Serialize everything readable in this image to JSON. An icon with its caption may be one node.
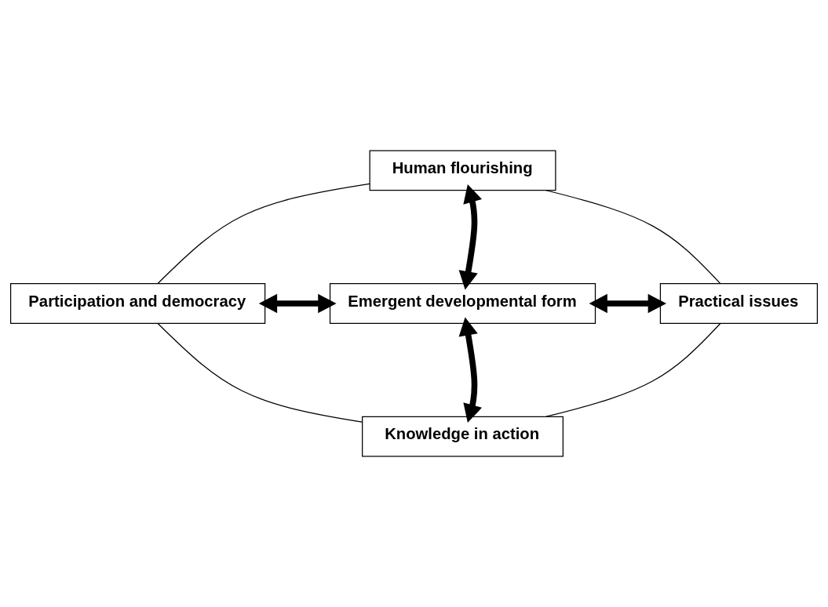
{
  "diagram": {
    "nodes": [
      {
        "text": [
          "Human flourishing"
        ]
      },
      {
        "text": [
          "Participation and democracy"
        ]
      },
      {
        "text": [
          "Emergent developmental form"
        ]
      },
      {
        "text": [
          "Practical issues"
        ]
      },
      {
        "text": [
          "Knowledge in action"
        ]
      }
    ],
    "edges": [
      {
        "from": 0,
        "to": 2,
        "arrow": "both",
        "style": "thick"
      },
      {
        "from": 1,
        "to": 2,
        "arrow": "both",
        "style": "thick"
      },
      {
        "from": 2,
        "to": 3,
        "arrow": "both",
        "style": "thick"
      },
      {
        "from": 2,
        "to": 4,
        "arrow": "both",
        "style": "thick"
      },
      {
        "from": 0,
        "to": 3,
        "arrow": "none"
      },
      {
        "from": 3,
        "to": 4,
        "arrow": "none"
      },
      {
        "from": 1,
        "to": 4,
        "arrow": "none"
      },
      {
        "from": 1,
        "to": 0,
        "arrow": "none"
      }
    ]
  }
}
